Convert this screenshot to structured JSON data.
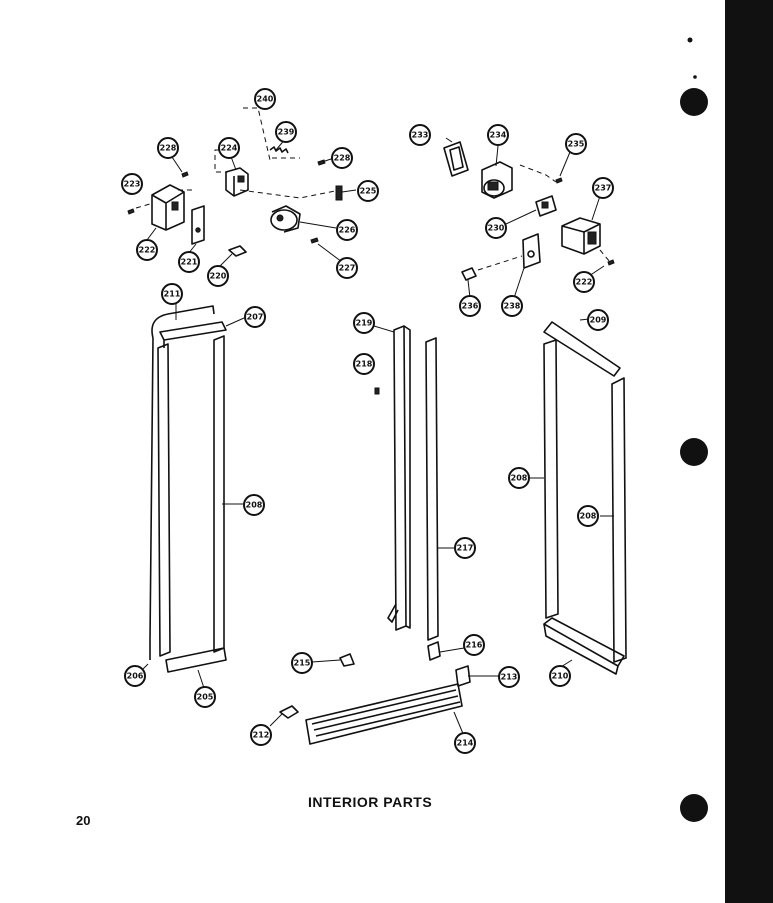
{
  "page": {
    "title": "INTERIOR PARTS",
    "page_number": "20"
  },
  "callouts": {
    "c240": "240",
    "c239": "239",
    "c228a": "228",
    "c228b": "228",
    "c224": "224",
    "c225": "225",
    "c223": "223",
    "c222a": "222",
    "c226": "226",
    "c221": "221",
    "c220": "220",
    "c227": "227",
    "c233": "233",
    "c234": "234",
    "c235": "235",
    "c237": "237",
    "c230": "230",
    "c236": "236",
    "c238": "238",
    "c222b": "222",
    "c211": "211",
    "c207": "207",
    "c208": "208",
    "c206": "206",
    "c205": "205",
    "c219": "219",
    "c218": "218",
    "c217": "217",
    "c216": "216",
    "c215": "215",
    "c213": "213",
    "c214": "214",
    "c212": "212",
    "c209": "209",
    "c208b": "208",
    "c208c": "208",
    "c210": "210"
  }
}
